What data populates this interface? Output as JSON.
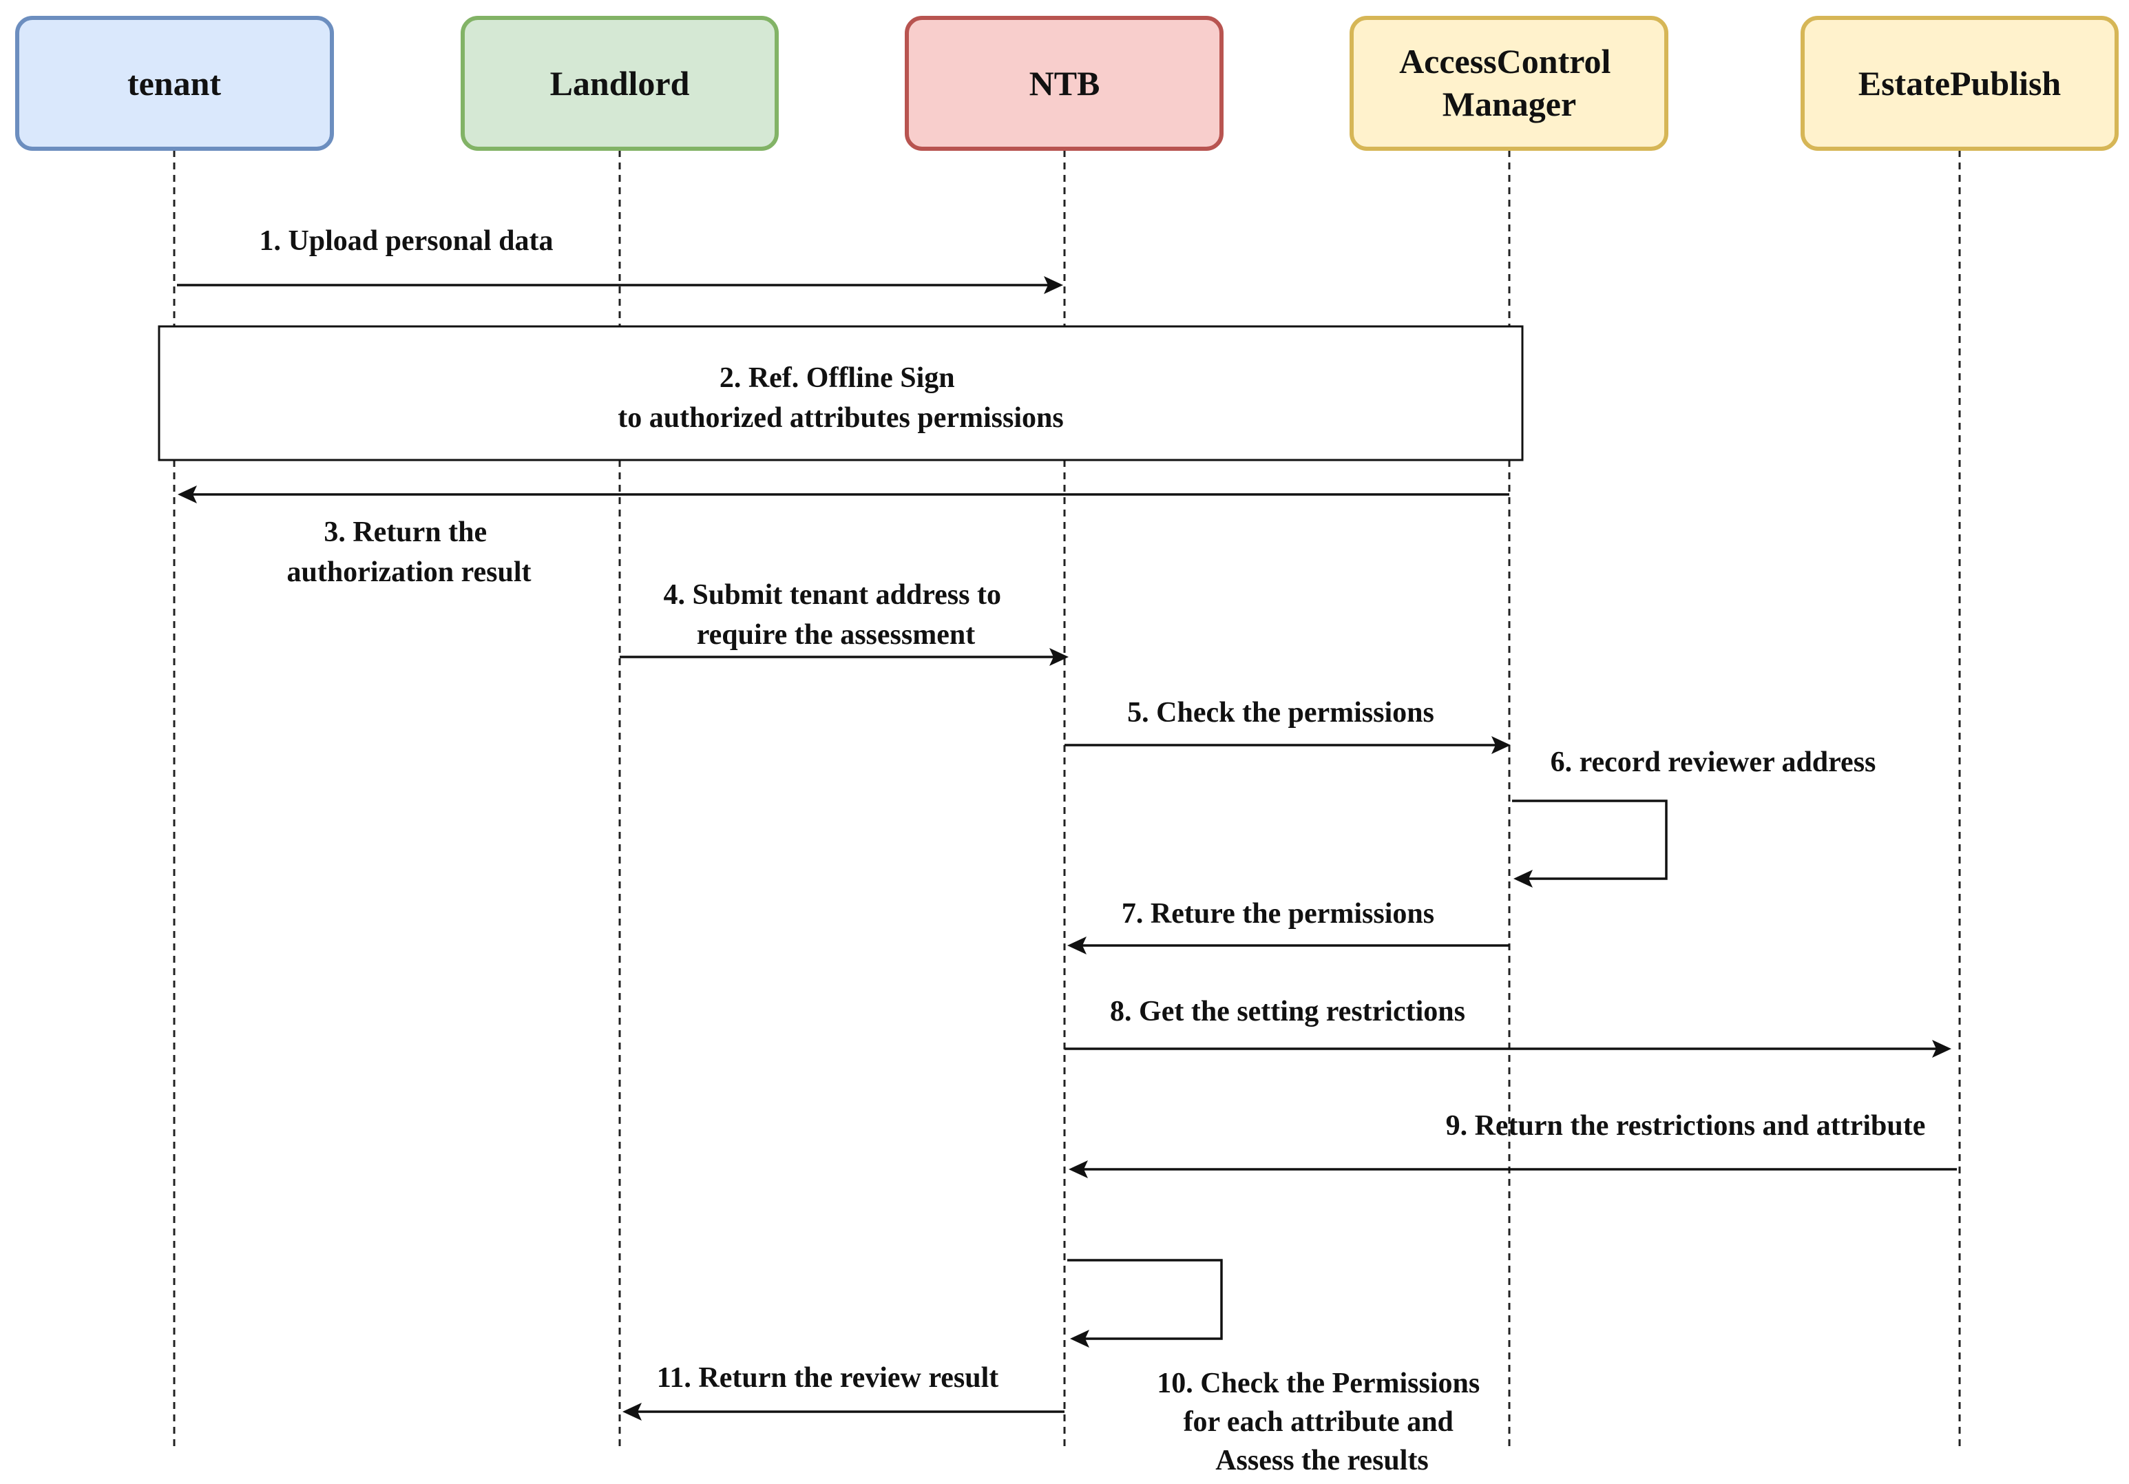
{
  "actors": [
    {
      "id": "tenant",
      "lines": [
        "tenant"
      ],
      "fill": "#dae8fc",
      "stroke": "#6c8ebf"
    },
    {
      "id": "landlord",
      "lines": [
        "Landlord"
      ],
      "fill": "#d5e8d4",
      "stroke": "#82b366"
    },
    {
      "id": "ntb",
      "lines": [
        "NTB"
      ],
      "fill": "#f8cecc",
      "stroke": "#b85450"
    },
    {
      "id": "access-control-manager",
      "lines": [
        "AccessControl",
        "Manager"
      ],
      "fill": "#fff2cc",
      "stroke": "#d6b656"
    },
    {
      "id": "estate-publish",
      "lines": [
        "EstatePublish"
      ],
      "fill": "#fff2cc",
      "stroke": "#d6b656"
    }
  ],
  "messages": [
    {
      "id": "msg-1",
      "from": "tenant",
      "to": "ntb",
      "lines": [
        "1. Upload personal data"
      ]
    },
    {
      "id": "msg-3",
      "from": "access-control-manager",
      "to": "tenant",
      "lines": [
        "3. Return the",
        "authorization result"
      ]
    },
    {
      "id": "msg-4",
      "from": "landlord",
      "to": "ntb",
      "lines": [
        "4. Submit tenant address to",
        "require the assessment"
      ]
    },
    {
      "id": "msg-5",
      "from": "ntb",
      "to": "access-control-manager",
      "lines": [
        "5. Check the permissions"
      ]
    },
    {
      "id": "msg-6",
      "from": "access-control-manager",
      "to": "access-control-manager",
      "lines": [
        "6. record reviewer address"
      ]
    },
    {
      "id": "msg-7",
      "from": "access-control-manager",
      "to": "ntb",
      "lines": [
        "7. Reture the permissions"
      ]
    },
    {
      "id": "msg-8",
      "from": "ntb",
      "to": "estate-publish",
      "lines": [
        "8. Get the setting restrictions"
      ]
    },
    {
      "id": "msg-9",
      "from": "estate-publish",
      "to": "ntb",
      "lines": [
        "9. Return the restrictions and attribute"
      ]
    },
    {
      "id": "msg-10",
      "from": "ntb",
      "to": "ntb",
      "lines": [
        "10. Check the Permissions",
        "for each attribute and",
        "Assess the results"
      ]
    },
    {
      "id": "msg-11",
      "from": "ntb",
      "to": "landlord",
      "lines": [
        "11. Return the review result"
      ]
    }
  ],
  "ref_fragment": {
    "lines": [
      "2. Ref. Offline Sign",
      "to authorized attributes permissions"
    ]
  }
}
